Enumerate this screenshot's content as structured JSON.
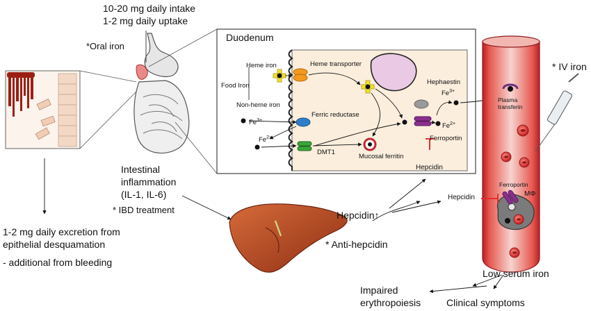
{
  "intake": {
    "line1": "10-20 mg daily intake",
    "line2": "1-2 mg daily uptake",
    "oral": "*Oral iron"
  },
  "duodenum": {
    "title": "Duodenum",
    "heme_iron": "Heme iron",
    "food_iron": "Food Iron",
    "non_heme_iron": "Non-heme iron",
    "heme_transporter": "Heme transporter",
    "ferric_reductase": "Ferric reductase",
    "fe3": "Fe",
    "fe3_sup": "3+",
    "fe2": "Fe",
    "fe2_sup": "2+",
    "dmt1": "DMT1",
    "mucosal_ferritin": "Mucosal ferritin",
    "hephaestin": "Hephaestin",
    "fe3_out": "Fe",
    "fe3_out_sup": "3+",
    "fe2_out": "Fe",
    "fe2_out_sup": "2+",
    "ferroportin": "Ferroportin",
    "hepcidin": "Hepcidin"
  },
  "vessel": {
    "iv_iron": "* IV iron",
    "plasma_transferrin_1": "Plasma",
    "plasma_transferrin_2": "transferin",
    "ferroportin": "Ferroportin",
    "macrophage": "MΦ",
    "hepcidin": "Hepcidin",
    "low_serum_iron": "Low serum iron"
  },
  "inflammation": {
    "line1": "Intestinal",
    "line2": "inflammation",
    "line3": "(IL-1, IL-6)",
    "ibd": "* IBD treatment"
  },
  "liver": {
    "hepcidin_up": "Hepcidin↑",
    "anti_hepcidin": "* Anti-hepcidin"
  },
  "excretion": {
    "line1": "1-2 mg daily excretion from",
    "line2": "epithelial desquamation",
    "line3": " - additional from bleeding"
  },
  "outcomes": {
    "impaired_1": "Impaired",
    "impaired_2": "erythropoiesis",
    "clinical": "Clinical symptoms"
  },
  "colors": {
    "vessel_outer": "#c0272d",
    "vessel_inner": "#f4c9c4",
    "rbc": "#d62a2a",
    "heme_transporter": "#f39a1e",
    "heme_plus": "#f2e02a",
    "ferric_reductase": "#2f7fc8",
    "dmt1": "#3aa63a",
    "ferroportin": "#8b2f8f",
    "hephaestin": "#9a9a9a",
    "hepcidin_inhibit": "#e03030",
    "liver": "#b8461f"
  }
}
